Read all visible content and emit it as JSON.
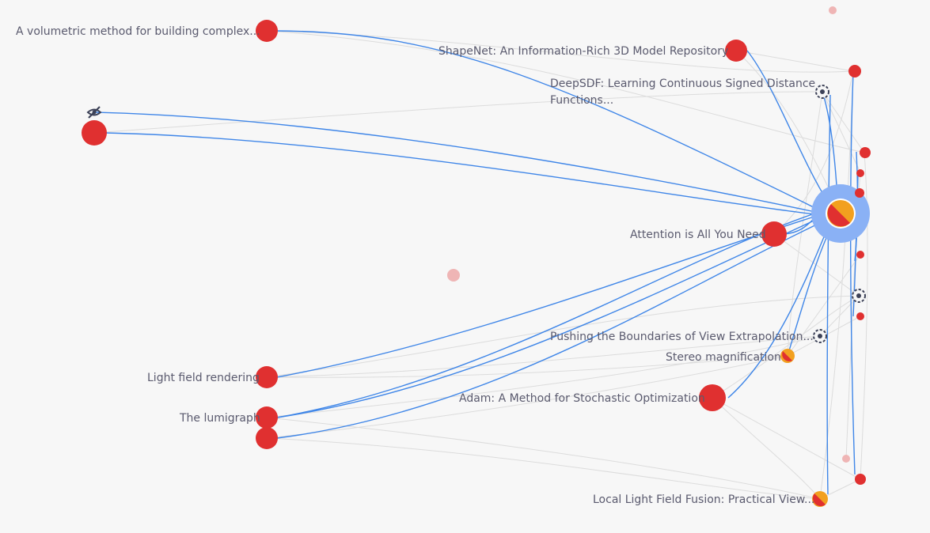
{
  "colors": {
    "background": "#f7f7f7",
    "node_red": "#e03030",
    "node_orange": "#f2a01f",
    "node_faded": "#efb5b5",
    "edge_highlight": "#3f86e8",
    "edge_muted": "#dcdcdc",
    "focus_halo": "#8ab1f5",
    "label": "#5a5a6e",
    "icon": "#3c4157"
  },
  "labels": {
    "volumetric": "A volumetric method for building complex...",
    "shapenet": "ShapeNet: An Information-Rich 3D Model Repository",
    "deepsdf_1": "DeepSDF: Learning Continuous Signed Distance",
    "deepsdf_2": "Functions...",
    "attention": "Attention is All You Need",
    "pushing": "Pushing the Boundaries of View Extrapolation...",
    "stereo": "Stereo magnification",
    "adam": "Adam: A Method for Stochastic Optimization",
    "lightfield": "Light field rendering",
    "lumigraph": "The lumigraph",
    "locallight": "Local Light Field Fusion: Practical View..."
  },
  "icons": {
    "hidden_marker": "eye-off-icon",
    "pending_marker": "loading-ring-icon"
  }
}
